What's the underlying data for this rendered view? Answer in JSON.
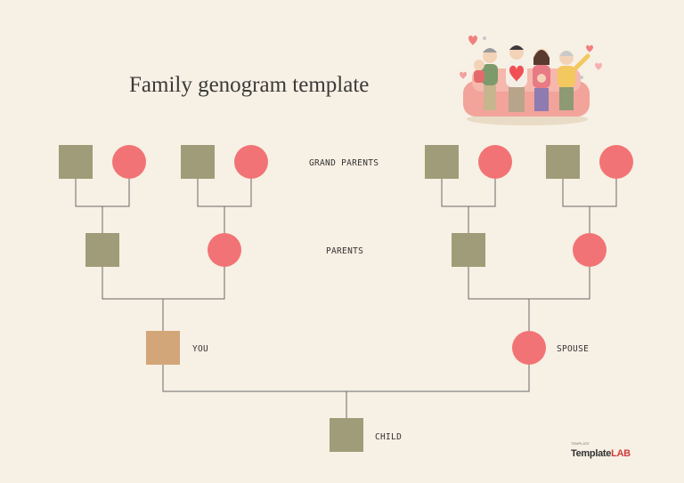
{
  "title": "Family genogram template",
  "labels": {
    "grand_parents": "GRAND PARENTS",
    "parents": "PARENTS",
    "you": "YOU",
    "spouse": "SPOUSE",
    "child": "CHILD"
  },
  "brand": {
    "small": "TEMPLATE",
    "main": "Template",
    "accent": "LAB"
  },
  "colors": {
    "background": "#f7f0e4",
    "male": "#a09c79",
    "female": "#f27375",
    "you": "#d2a678",
    "line": "#6a6a6a"
  }
}
